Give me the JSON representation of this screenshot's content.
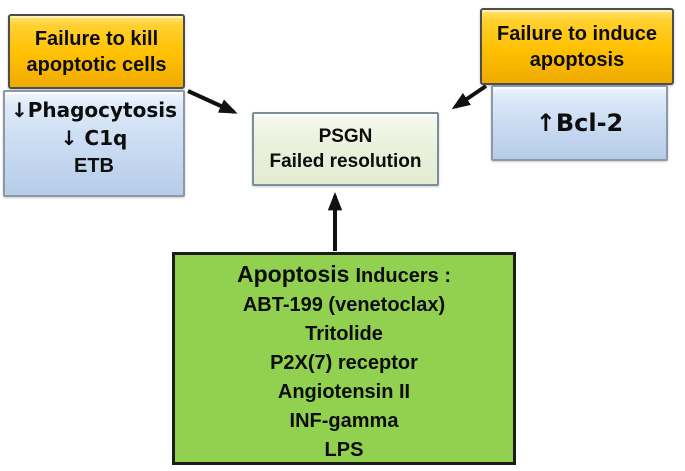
{
  "diagram_title": "PSGN failed resolution of apoptosis diagram",
  "colors": {
    "orange_box": "#FFC000",
    "blue_box": "#C6D9F1",
    "center_box": "#EBF1DE",
    "green_box": "#92D050",
    "arrow": "#111111",
    "text": "#0D0D0D",
    "background": "#FFFFFF"
  },
  "boxes": {
    "failure_kill": {
      "line1": "Failure to kill",
      "line2": "apoptotic cells"
    },
    "phagocytosis": {
      "line1": "↓Phagocytosis",
      "line2": "↓ C1q",
      "line3": "ETB"
    },
    "failure_induce": {
      "line1": "Failure to induce",
      "line2": "apoptosis"
    },
    "bcl2": {
      "line1": "↑Bcl-2"
    },
    "psgn": {
      "line1": "PSGN",
      "line2": "Failed resolution"
    },
    "inducers": {
      "title_main": "Apoptosis",
      "title_rest": "Inducers :",
      "items": [
        "ABT-199 (venetoclax)",
        "Tritolide",
        "P2X(7) receptor",
        "Angiotensin II",
        "INF-gamma",
        "LPS"
      ]
    }
  }
}
